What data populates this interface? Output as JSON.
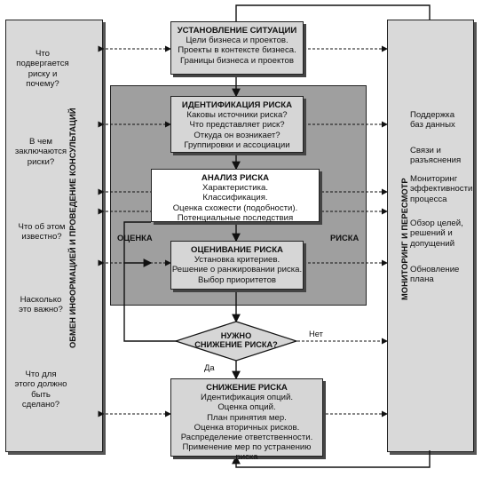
{
  "left_panel": {
    "vertical_label": "ОБМЕН ИНФОРМАЦИЕЙ И ПРОВЕДЕНИЕ КОНСУЛЬТАЦИЙ",
    "questions": [
      "Что подвергается риску и почему?",
      "В чем заключаются риски?",
      "Что об этом известно?",
      "Насколько это важно?",
      "Что для этого должно быть сделано?"
    ]
  },
  "right_panel": {
    "vertical_label": "МОНИТОРИНГ И ПЕРЕСМОТР",
    "items": [
      "Поддержка баз данных",
      "Связи и разъяснения",
      "Мониторинг эффективности процесса",
      "Обзор целей, решений и допущений",
      "Обновление плана"
    ]
  },
  "center": {
    "context": {
      "title": "УСТАНОВЛЕНИЕ СИТУАЦИИ",
      "lines": [
        "Цели бизнеса и проектов.",
        "Проекты в контексте бизнеса.",
        "Границы бизнеса и проектов"
      ]
    },
    "identification": {
      "title": "ИДЕНТИФИКАЦИЯ РИСКА",
      "lines": [
        "Каковы источники риска?",
        "Что представляет риск?",
        "Откуда он возникает?",
        "Группировки и ассоциации"
      ]
    },
    "analysis": {
      "title": "АНАЛИЗ РИСКА",
      "lines": [
        "Характеристика.",
        "Классификация.",
        "Оценка схожести (подобности).",
        "Потенциальные последствия"
      ]
    },
    "assessment_label_left": "ОЦЕНКА",
    "assessment_label_right": "РИСКА",
    "evaluation": {
      "title": "ОЦЕНИВАНИЕ РИСКА",
      "lines": [
        "Установка критериев.",
        "Решение о ранжировании риска.",
        "Выбор приоритетов"
      ]
    },
    "decision": {
      "lines": [
        "НУЖНО",
        "СНИЖЕНИЕ РИСКА?"
      ],
      "no_label": "Нет",
      "yes_label": "Да"
    },
    "mitigation": {
      "title": "СНИЖЕНИЕ РИСКА",
      "lines": [
        "Идентификация опций.",
        "Оценка опций.",
        "План принятия мер.",
        "Оценка вторичных рисков.",
        "Распределение ответственности.",
        "Применение мер по устранению риска"
      ]
    }
  }
}
